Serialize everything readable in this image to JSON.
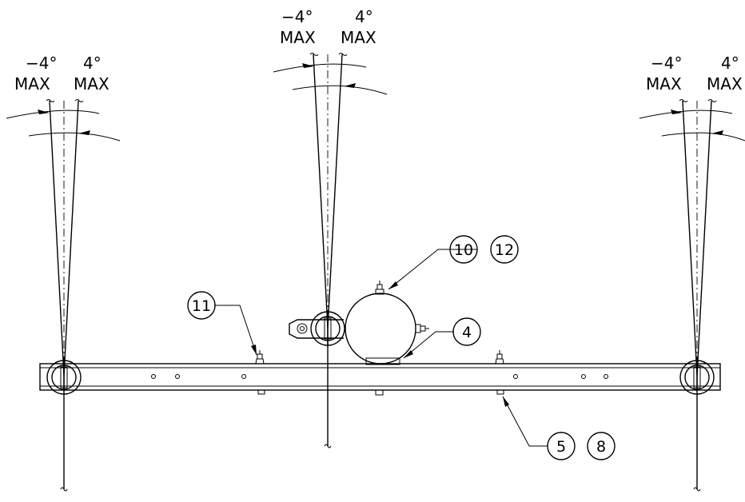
{
  "angle_labels": {
    "neg": "−4°",
    "pos": "4°",
    "max": "MAX"
  },
  "balloons": {
    "b10": "10",
    "b12": "12",
    "b11": "11",
    "b4": "4",
    "b5": "5",
    "b8": "8"
  }
}
